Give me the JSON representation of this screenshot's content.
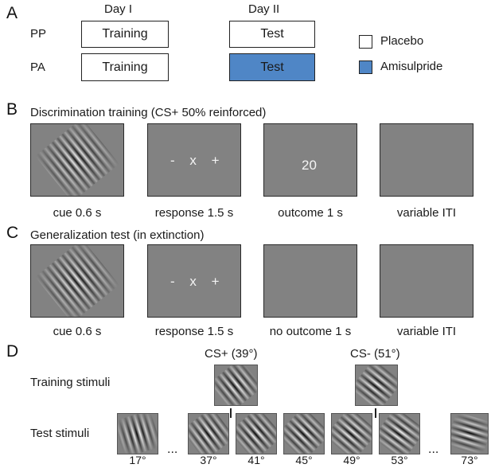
{
  "panel_a": {
    "letter": "A",
    "day1": "Day I",
    "day2": "Day II",
    "rows": [
      {
        "group": "PP",
        "day1_box": "Training",
        "day2_box": "Test",
        "day2_color": "#ffffff"
      },
      {
        "group": "PA",
        "day1_box": "Training",
        "day2_box": "Test",
        "day2_color": "#4f86c6"
      }
    ],
    "legend": [
      {
        "label": "Placebo",
        "color": "#ffffff"
      },
      {
        "label": "Amisulpride",
        "color": "#4f86c6"
      }
    ]
  },
  "panel_b": {
    "letter": "B",
    "title": "Discrimination training (CS+ 50% reinforced)",
    "screens": [
      {
        "caption": "cue 0.6 s",
        "content": "gabor"
      },
      {
        "caption": "response 1.5 s",
        "content": "- x +"
      },
      {
        "caption": "outcome 1 s",
        "content": "20"
      },
      {
        "caption": "variable ITI",
        "content": ""
      }
    ]
  },
  "panel_c": {
    "letter": "C",
    "title": "Generalization test (in extinction)",
    "screens": [
      {
        "caption": "cue 0.6 s",
        "content": "gabor"
      },
      {
        "caption": "response 1.5 s",
        "content": "- x +"
      },
      {
        "caption": "no outcome 1 s",
        "content": ""
      },
      {
        "caption": "variable ITI",
        "content": ""
      }
    ]
  },
  "panel_d": {
    "letter": "D",
    "training_label": "Training stimuli",
    "test_label": "Test stimuli",
    "cs_plus": "CS+ (39°)",
    "cs_minus": "CS- (51°)",
    "test_angles": [
      "17°",
      "37°",
      "41°",
      "45°",
      "49°",
      "53°",
      "73°"
    ],
    "ellipsis": "..."
  },
  "colors": {
    "screen_gray": "#828282",
    "amisulpride_blue": "#4f86c6"
  }
}
